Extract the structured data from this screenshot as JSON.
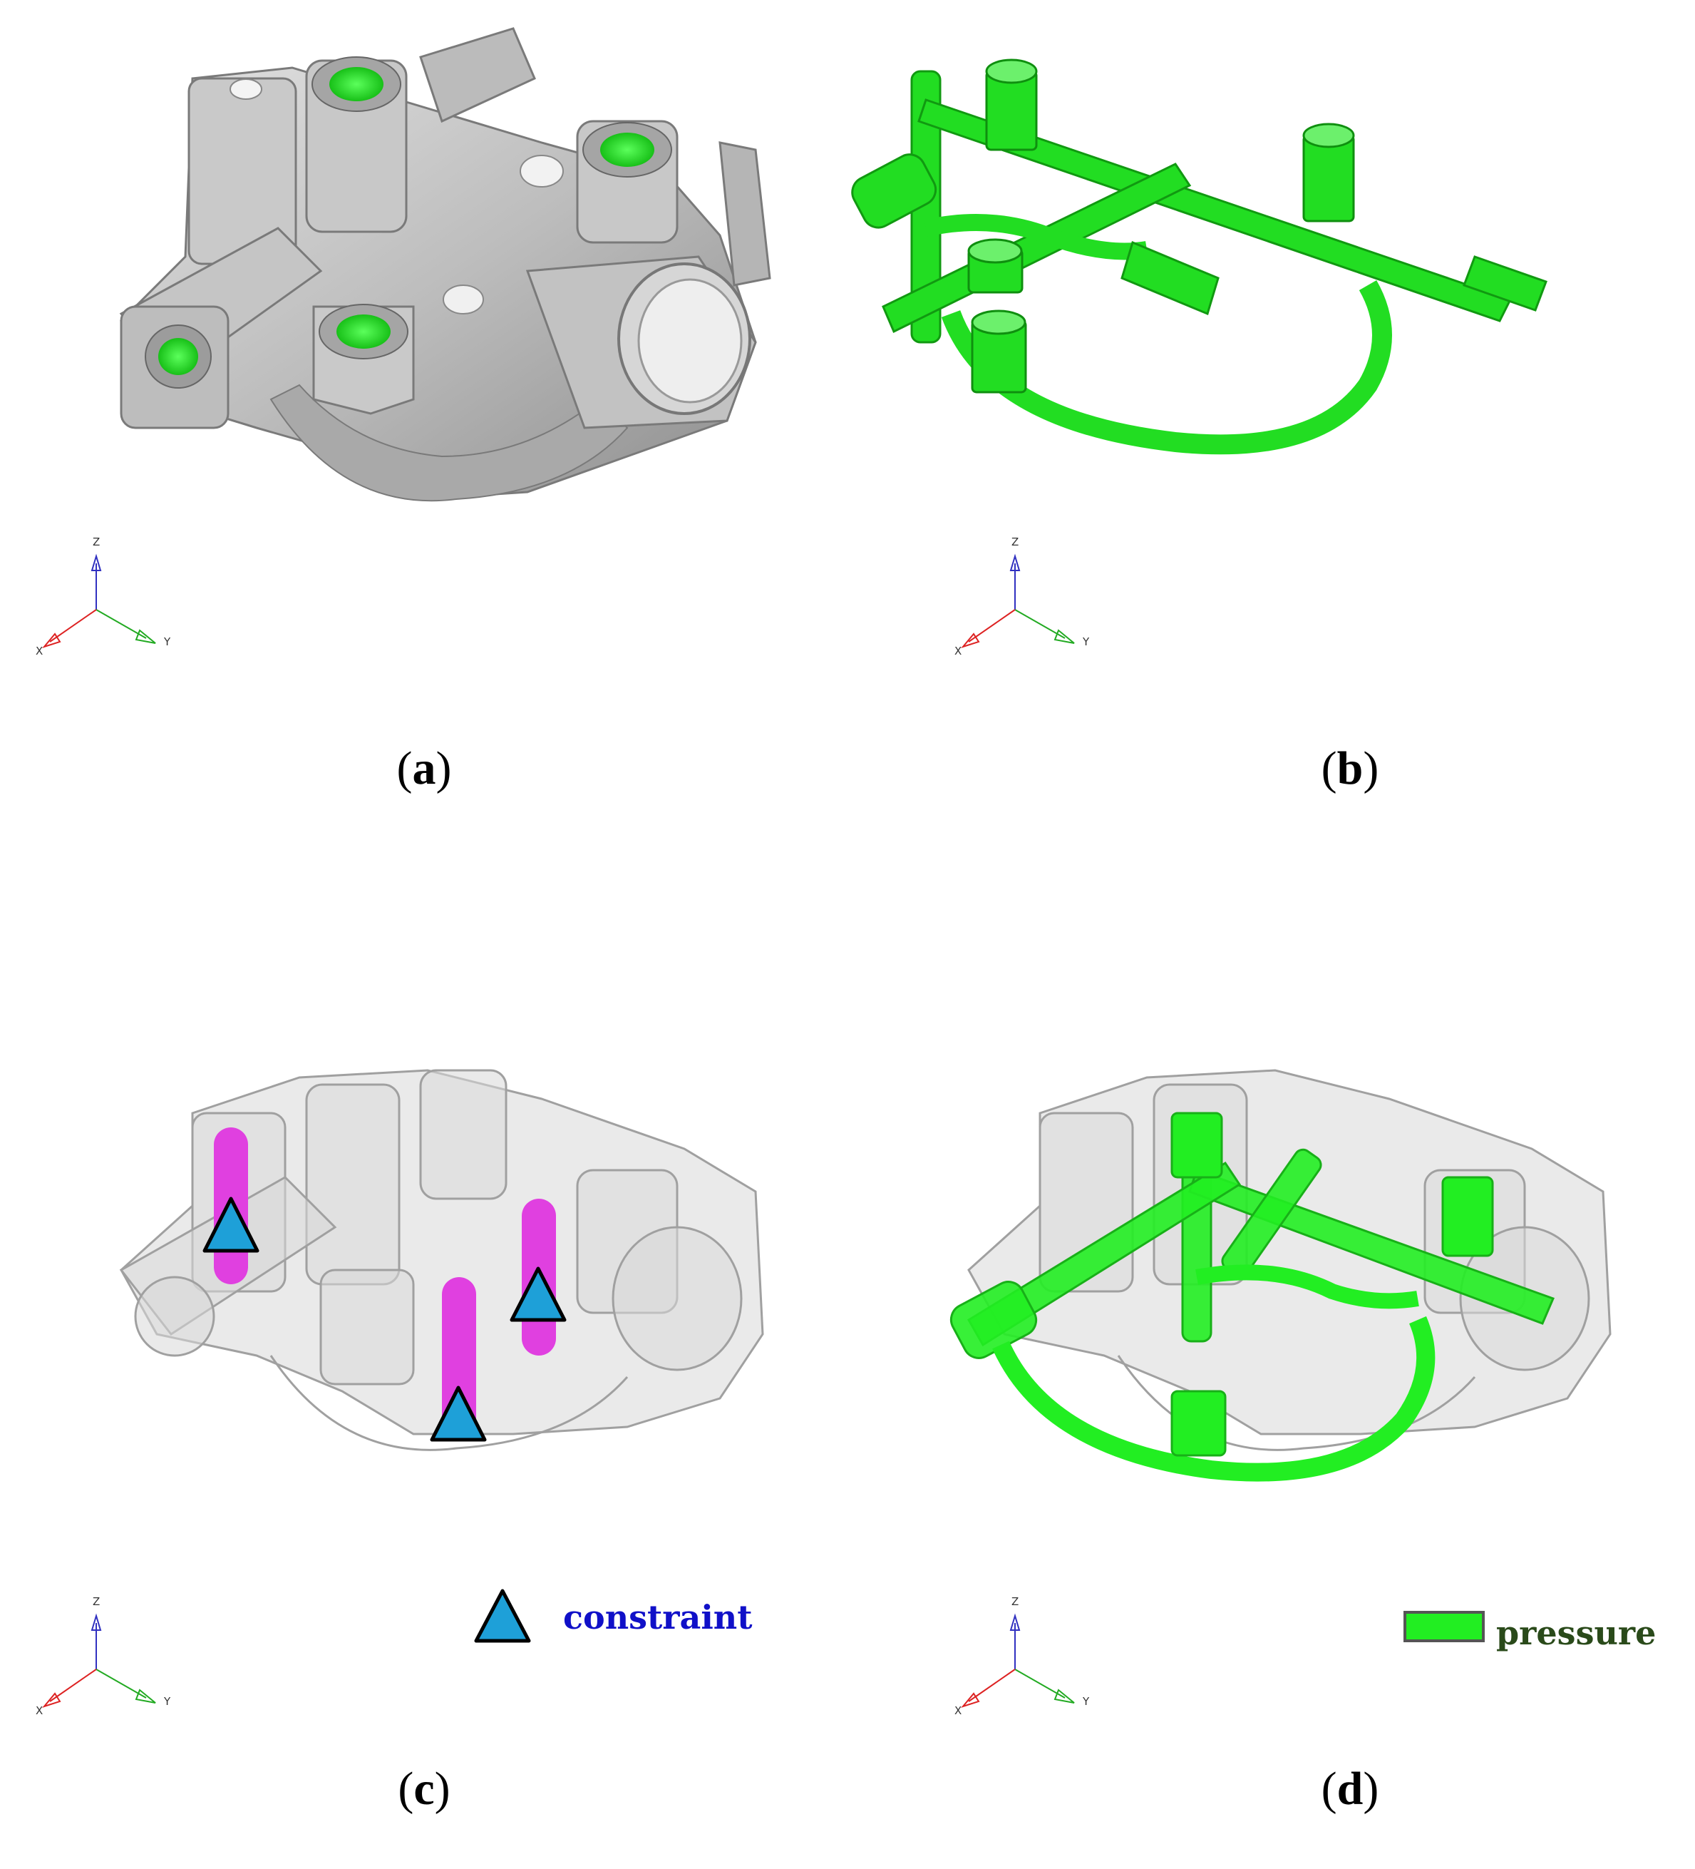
{
  "colors": {
    "casting_gray": "#c4c4c4",
    "passage_green": "#22dd22",
    "constraint_magenta": "#e040e0",
    "constraint_blue": "#1ea0d8",
    "constraint_label": "#1010c8",
    "pressure_label": "#2a4a1a"
  },
  "panels": [
    {
      "id": "a",
      "caption_open": "(",
      "caption_letter": "a",
      "caption_close": ")"
    },
    {
      "id": "b",
      "caption_open": "(",
      "caption_letter": "b",
      "caption_close": ")"
    },
    {
      "id": "c",
      "caption_open": "(",
      "caption_letter": "c",
      "caption_close": ")"
    },
    {
      "id": "d",
      "caption_open": "(",
      "caption_letter": "d",
      "caption_close": ")"
    }
  ],
  "axes": {
    "x": "X",
    "y": "Y",
    "z": "Z"
  },
  "legend": {
    "constraint": "constraint",
    "pressure": "pressure"
  }
}
